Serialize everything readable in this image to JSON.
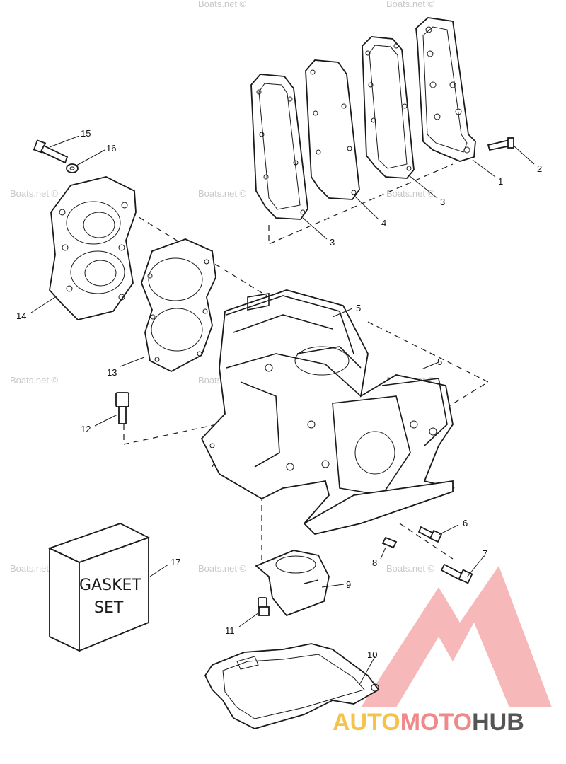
{
  "watermark": {
    "text": "Boats.net ©"
  },
  "callouts": [
    {
      "id": "1",
      "label": "1"
    },
    {
      "id": "2",
      "label": "2"
    },
    {
      "id": "3a",
      "label": "3"
    },
    {
      "id": "3b",
      "label": "3"
    },
    {
      "id": "4",
      "label": "4"
    },
    {
      "id": "5a",
      "label": "5"
    },
    {
      "id": "5b",
      "label": "5"
    },
    {
      "id": "6",
      "label": "6"
    },
    {
      "id": "7",
      "label": "7"
    },
    {
      "id": "8",
      "label": "8"
    },
    {
      "id": "9",
      "label": "9"
    },
    {
      "id": "10",
      "label": "10"
    },
    {
      "id": "11",
      "label": "11"
    },
    {
      "id": "12",
      "label": "12"
    },
    {
      "id": "13",
      "label": "13"
    },
    {
      "id": "14",
      "label": "14"
    },
    {
      "id": "15",
      "label": "15"
    },
    {
      "id": "16",
      "label": "16"
    },
    {
      "id": "17",
      "label": "17"
    }
  ],
  "gasket_box": {
    "line1": "GASKET",
    "line2": "SET"
  },
  "logo": {
    "part1": "AUTO",
    "part2": "MOTO",
    "part3": "HUB",
    "colors": {
      "auto": "#f5c24a",
      "moto": "#f08a8a",
      "hub": "#555555",
      "mark": "#f2a0a0"
    }
  }
}
